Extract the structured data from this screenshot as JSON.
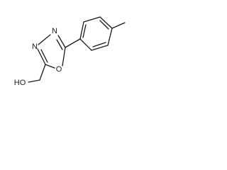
{
  "molecule": {
    "atoms": {
      "n3": "N",
      "n4": "N",
      "o1": "O",
      "hydroxyl": "HO"
    }
  }
}
